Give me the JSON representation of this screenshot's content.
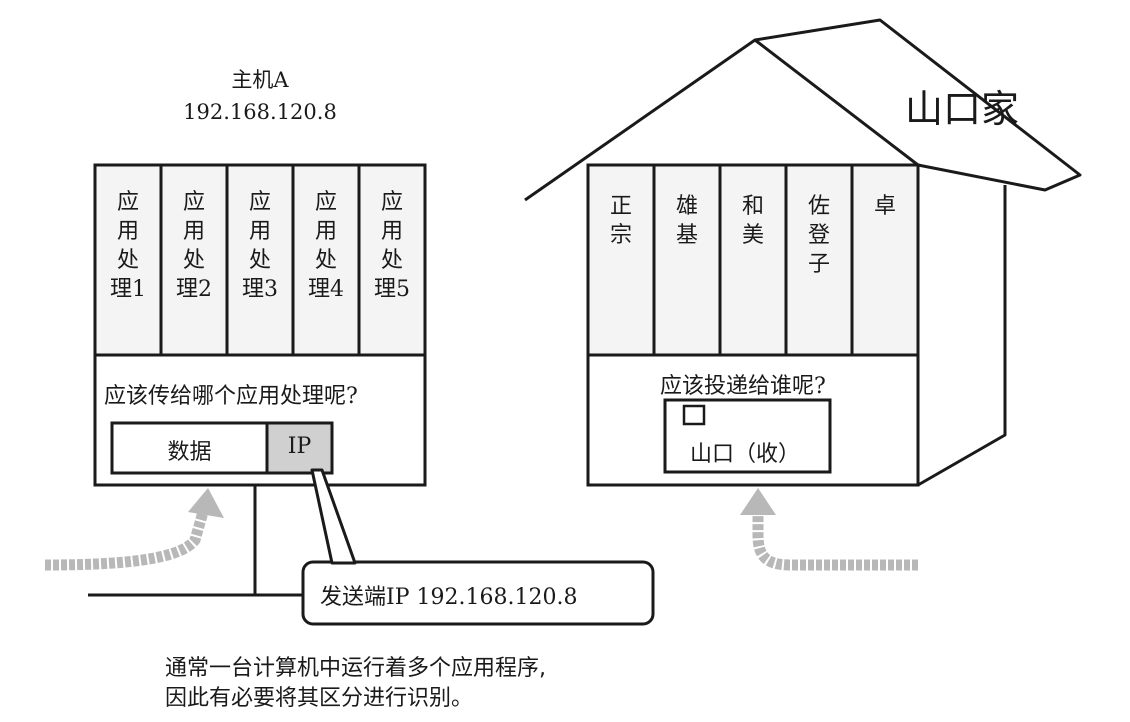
{
  "host": {
    "title": "主机A",
    "ip": "192.168.120.8"
  },
  "apps": [
    "应用处理1",
    "应用处理2",
    "应用处理3",
    "应用处理4",
    "应用处理5"
  ],
  "host_question": "应该传给哪个应用处理呢?",
  "packet": {
    "data_label": "数据",
    "ip_label": "IP"
  },
  "callout": "发送端IP 192.168.120.8",
  "house": {
    "name": "山口家",
    "members": [
      "正宗",
      "雄基",
      "和美",
      "佐登子",
      "卓"
    ],
    "question": "应该投递给谁呢?",
    "letter_label": "山口（收）"
  },
  "caption": [
    "通常一台计算机中运行着多个应用程序,",
    "因此有必要将其区分进行识别。"
  ],
  "colors": {
    "line": "#1a1a1a",
    "ip_box": "#d0d0d0",
    "arrow": "#b8b8b8"
  }
}
